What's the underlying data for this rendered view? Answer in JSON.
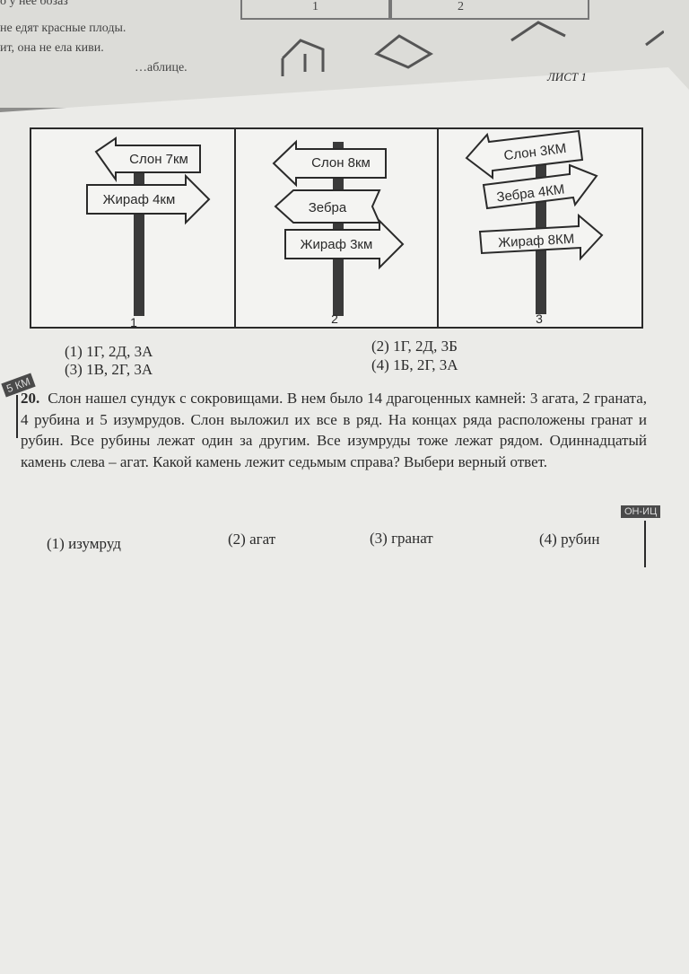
{
  "background_page": {
    "top_text": "о у нее бозаз",
    "line1": "не едят красные плоды.",
    "line2": "ит, она не ела киви.",
    "line3": "…аблице.",
    "col_numbers": [
      "1",
      "2"
    ]
  },
  "sheet_label": "ЛИСТ 1",
  "signposts": [
    {
      "number": "1",
      "signs": [
        {
          "text": "Слон 7км",
          "dir": "left"
        },
        {
          "text": "Жираф 4км",
          "dir": "right"
        }
      ]
    },
    {
      "number": "2",
      "signs": [
        {
          "text": "Слон 8км",
          "dir": "left"
        },
        {
          "text": "Зебра",
          "dir": "left"
        },
        {
          "text": "Жираф 3км",
          "dir": "right"
        }
      ]
    },
    {
      "number": "3",
      "signs": [
        {
          "text": "Слон 3КМ",
          "dir": "left"
        },
        {
          "text": "Зебра 4КМ",
          "dir": "right"
        },
        {
          "text": "Жираф 8КМ",
          "dir": "right"
        }
      ]
    }
  ],
  "prev_options": [
    "(1) 1Г, 2Д, 3А",
    "(2) 1Г, 2Д, 3Б",
    "(3) 1В, 2Г, 3А",
    "(4) 1Б, 2Г, 3А"
  ],
  "badge_left": "5 КМ",
  "badge_right": "ОН-ИЦ",
  "question": {
    "number": "20.",
    "text": "Слон нашел сундук с сокровищами. В нем было 14 драгоценных камней: 3 агата, 2 граната, 4 рубина и 5 изумрудов. Слон выложил их все в ряд. На концах ряда расположены гранат и рубин. Все рубины лежат один за другим. Все изумруды тоже лежат рядом. Одиннадцатый камень слева – агат. Какой камень лежит седьмым справа? Выбери верный ответ.",
    "answers": [
      "(1) изумруд",
      "(2) агат",
      "(3) гранат",
      "(4) рубин"
    ]
  }
}
